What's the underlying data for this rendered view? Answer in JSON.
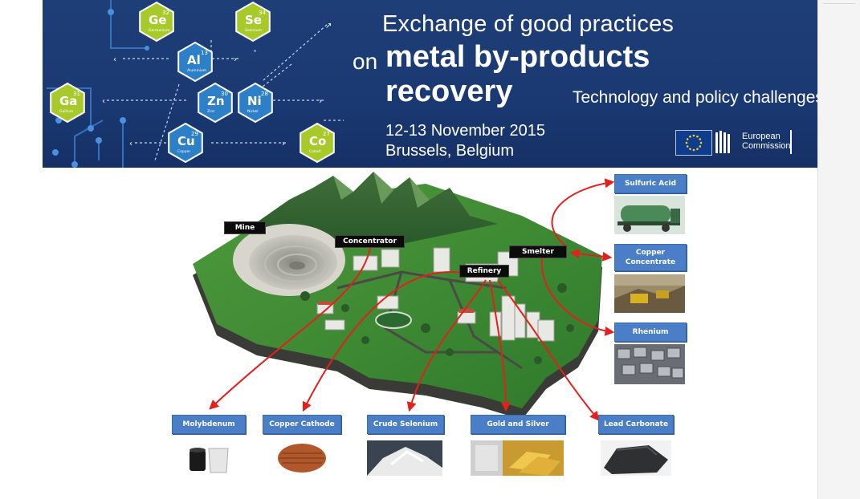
{
  "banner": {
    "title_line1": "Exchange of good practices",
    "title_on": "on",
    "title_big1": "metal by-products",
    "title_big2": "recovery",
    "subtitle": "Technology and policy challenges",
    "date": "12-13 November 2015",
    "location": "Brussels, Belgium",
    "org_line1": "European",
    "org_line2": "Commission",
    "elements": [
      {
        "symbol": "Ge",
        "number": "32",
        "name": "Germanium",
        "color": "#a8c92a"
      },
      {
        "symbol": "Se",
        "number": "34",
        "name": "Selenium",
        "color": "#a8c92a"
      },
      {
        "symbol": "Al",
        "number": "13",
        "name": "Aluminium",
        "color": "#2d7fc7"
      },
      {
        "symbol": "Ga",
        "number": "31",
        "name": "Gallium",
        "color": "#a8c92a"
      },
      {
        "symbol": "Zn",
        "number": "30",
        "name": "Zinc",
        "color": "#2d7fc7"
      },
      {
        "symbol": "Ni",
        "number": "28",
        "name": "Nickel",
        "color": "#2d7fc7"
      },
      {
        "symbol": "Cu",
        "number": "29",
        "name": "Copper",
        "color": "#2d7fc7"
      },
      {
        "symbol": "Co",
        "number": "27",
        "name": "Cobalt",
        "color": "#a8c92a"
      }
    ]
  },
  "diagram": {
    "facilities": {
      "mine": "Mine",
      "concentrator": "Concentrator",
      "refinery": "Refinery",
      "smelter": "Smelter"
    },
    "products_right": [
      {
        "label": "Sulfuric Acid"
      },
      {
        "label": "Copper Concentrate"
      },
      {
        "label": "Rhenium"
      }
    ],
    "products_bottom": [
      {
        "label": "Molybdenum"
      },
      {
        "label": "Copper Cathode"
      },
      {
        "label": "Crude Selenium"
      },
      {
        "label": "Gold and Silver"
      },
      {
        "label": "Lead Carbonate"
      }
    ],
    "colors": {
      "arrow": "#e3201b",
      "label_bg": "#4a7ec6",
      "tag_bg": "#0b0b0b"
    }
  }
}
